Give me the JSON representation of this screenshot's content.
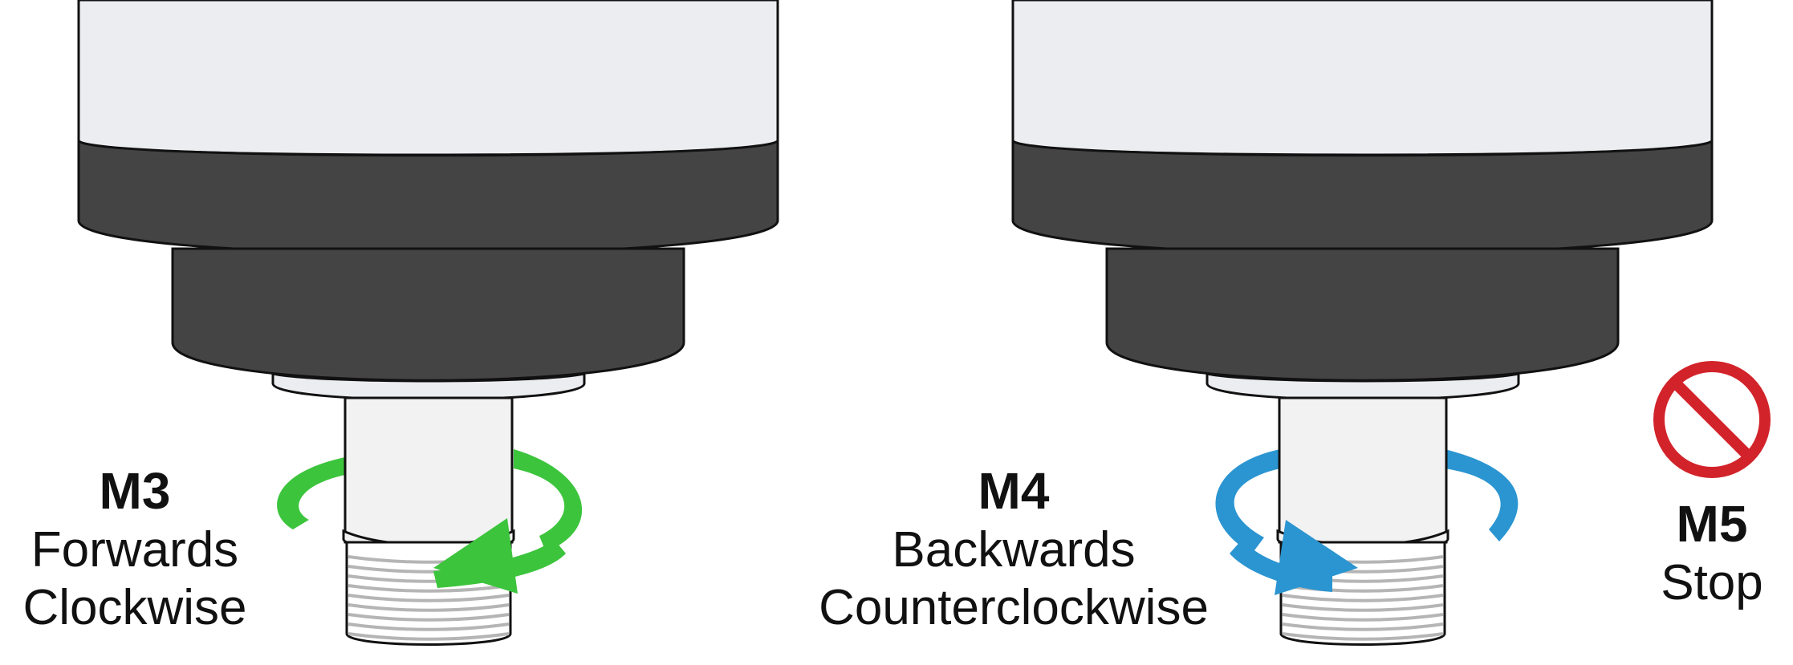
{
  "panels": [
    {
      "code": "M3",
      "line1": "Forwards",
      "line2": "Clockwise",
      "rotation": "clockwise",
      "arrow_color": "#3cc43c",
      "arrow_icon": "clockwise-arrow-icon"
    },
    {
      "code": "M4",
      "line1": "Backwards",
      "line2": "Counterclockwise",
      "rotation": "counterclockwise",
      "arrow_color": "#2b95d1",
      "arrow_icon": "counterclockwise-arrow-icon"
    }
  ],
  "stop": {
    "code": "M5",
    "text": "Stop",
    "icon": "prohibited-icon",
    "color": "#d2232a"
  },
  "colors": {
    "housing_light": "#ecedf1",
    "housing_dark": "#444444",
    "shaft": "#f2f2f2",
    "thread": "#b5b5b5",
    "outline": "#111111"
  }
}
